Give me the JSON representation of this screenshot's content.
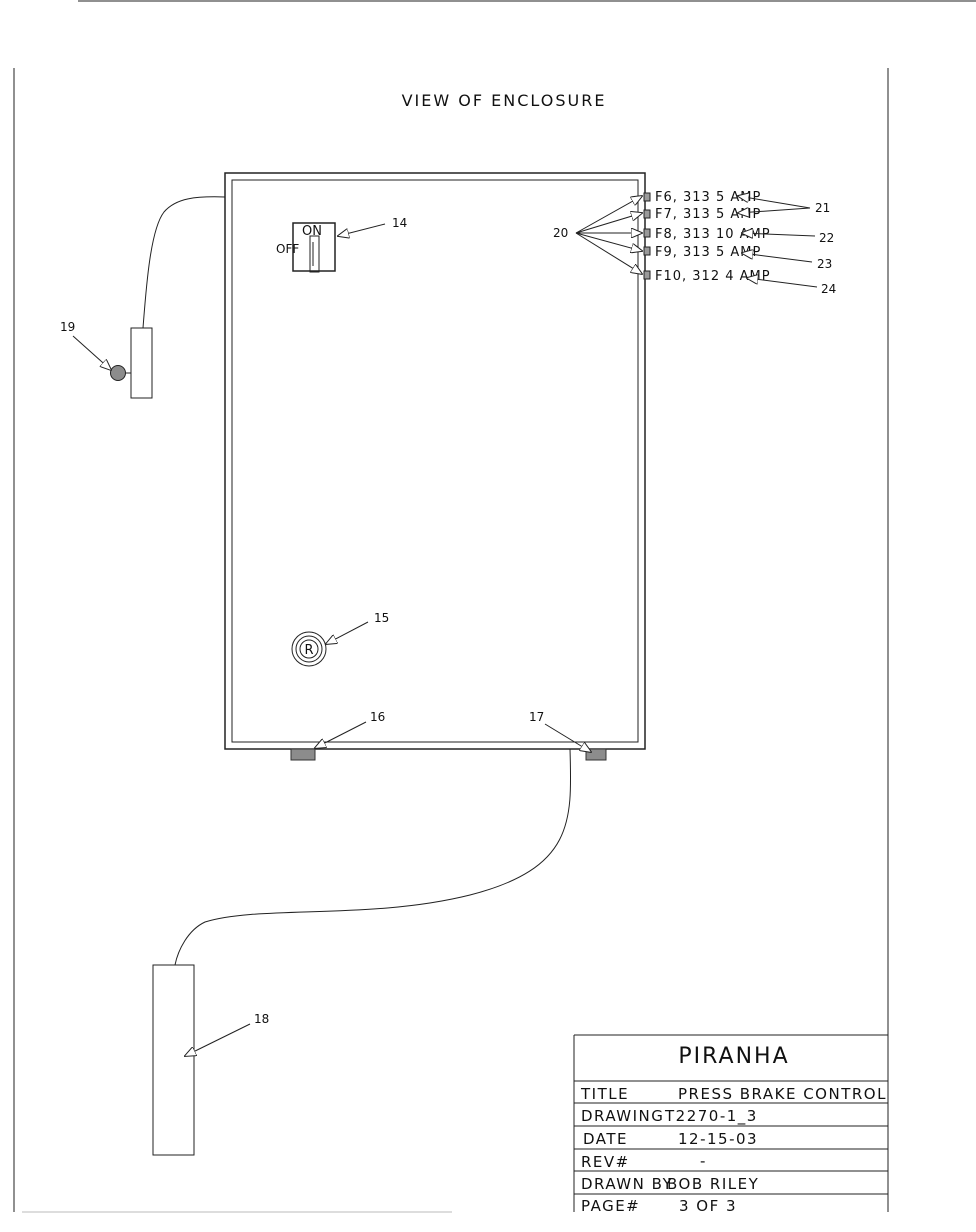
{
  "view_title": "VIEW OF ENCLOSURE",
  "switch": {
    "on_label": "ON",
    "off_label": "OFF"
  },
  "fuses": [
    "F6, 313 5 AMP",
    "F7, 313 5 AMP",
    "F8, 313 10 AMP",
    "F9, 313 5 AMP",
    "F10, 312 4 AMP"
  ],
  "callouts": {
    "c14": "14",
    "c15": "15",
    "c16": "16",
    "c17": "17",
    "c18": "18",
    "c19": "19",
    "c20": "20",
    "c21": "21",
    "c22": "22",
    "c23": "23",
    "c24": "24"
  },
  "key_switch_glyph": "R",
  "title_block": {
    "company": "PIRANHA",
    "rows": [
      {
        "label": "TITLE",
        "value": "PRESS BRAKE CONTROL"
      },
      {
        "label": "DRAWING",
        "value": "T2270-1_3"
      },
      {
        "label": "DATE",
        "value": "12-15-03"
      },
      {
        "label": "REV#",
        "value": "-"
      },
      {
        "label": "DRAWN BY",
        "value": "BOB RILEY"
      },
      {
        "label": "PAGE#",
        "value": "3 OF 3"
      }
    ]
  }
}
